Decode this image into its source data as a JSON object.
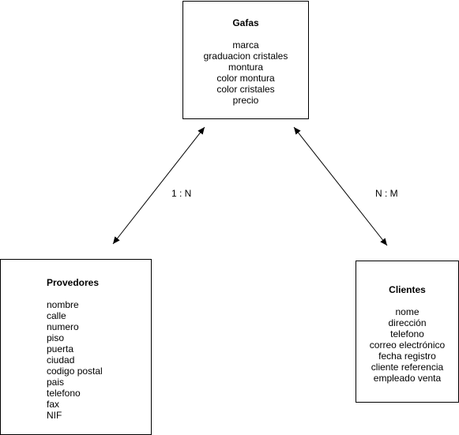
{
  "entities": {
    "gafas": {
      "title": "Gafas",
      "attributes": [
        "marca",
        "graduacion cristales",
        "montura",
        "color montura",
        "color cristales",
        "precio"
      ]
    },
    "proveedores": {
      "title": "Provedores",
      "attributes": [
        "nombre",
        "calle",
        "numero",
        "piso",
        "puerta",
        "ciudad",
        "codigo postal",
        "pais",
        "telefono",
        "fax",
        "NIF"
      ]
    },
    "clientes": {
      "title": "Clientes",
      "attributes": [
        "nome",
        "dirección",
        "telefono",
        "correo electrónico",
        "fecha registro",
        "cliente referencia",
        "empleado venta"
      ]
    }
  },
  "relationships": {
    "gafas_proveedores": {
      "cardinality": "1 : N"
    },
    "gafas_clientes": {
      "cardinality": "N : M"
    }
  }
}
